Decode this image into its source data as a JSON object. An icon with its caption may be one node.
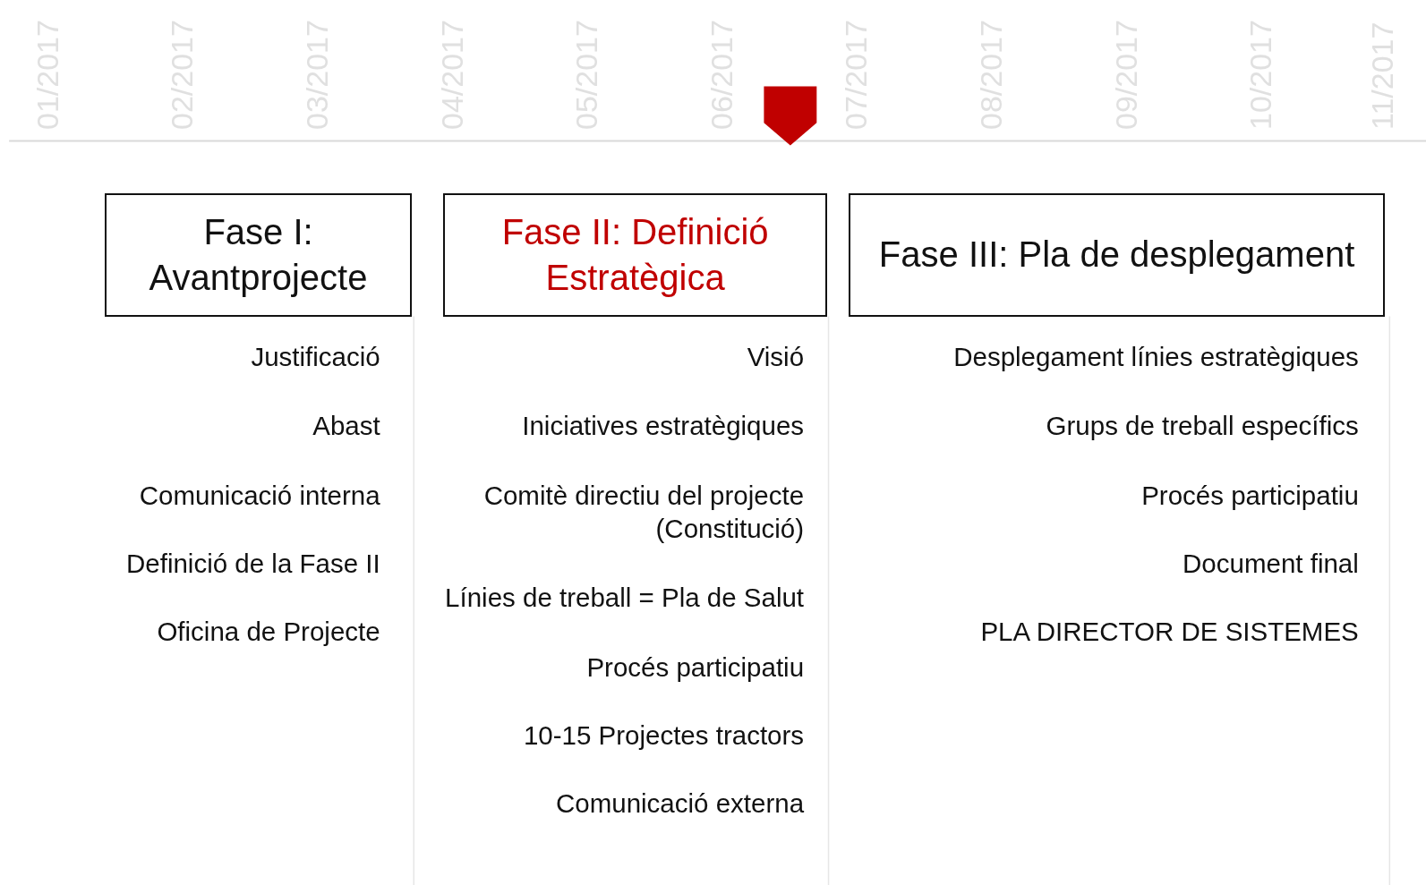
{
  "diagram": {
    "nodes": [
      {
        "text": [
          "Fase I: Avantprojecte"
        ]
      },
      {
        "text": [
          "Fase II: Definició Estratègica"
        ]
      },
      {
        "text": [
          "Fase III: Pla de desplegament"
        ]
      }
    ],
    "labels": [
      "01/2017",
      "02/2017",
      "03/2017",
      "04/2017",
      "05/2017",
      "06/2017",
      "07/2017",
      "08/2017",
      "09/2017",
      "10/2017",
      "11/2017",
      "Justificació",
      "Abast",
      "Comunicació interna",
      "Definició de la Fase II",
      "Oficina de Projecte",
      "Visió",
      "Iniciatives estratègiques",
      "Comitè directiu del projecte (Constitució)",
      "Línies de treball = Pla de Salut",
      "Procés participatiu",
      "10-15 Projectes tractors",
      "Comunicació externa",
      "Desplegament línies estratègiques",
      "Grups de treball específics",
      "Procés participatiu",
      "Document final",
      "PLA DIRECTOR DE SISTEMES"
    ]
  }
}
